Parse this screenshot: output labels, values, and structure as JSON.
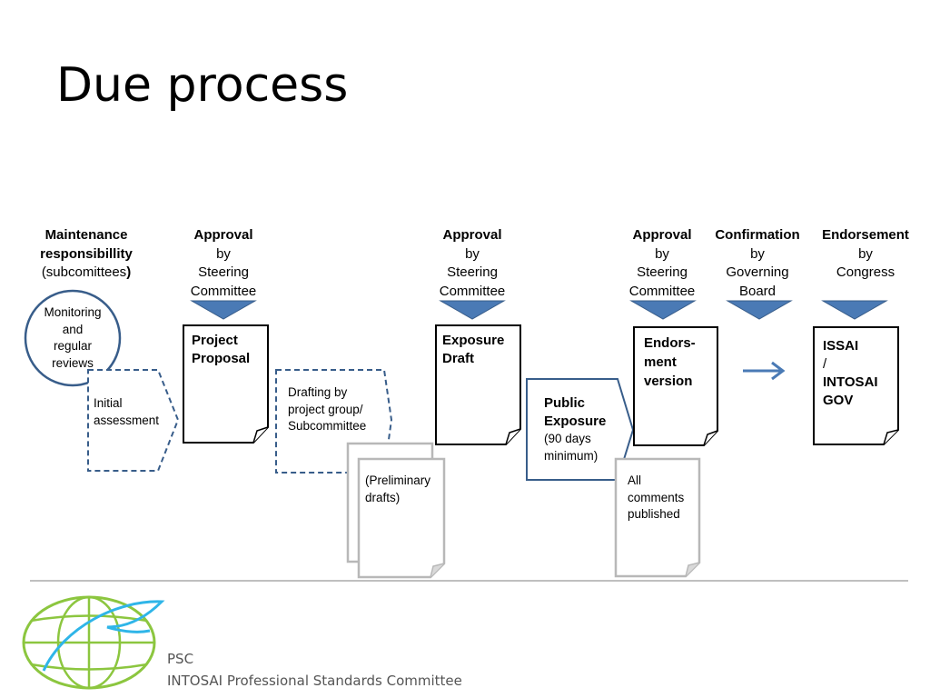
{
  "title": "Due process",
  "headers": {
    "maintenance": {
      "line1": "Maintenance",
      "line2": "responsibillity",
      "line3_pre": "(subcomittees",
      "line3_post": ")"
    },
    "approval1": {
      "bold": "Approval",
      "line2": "by",
      "line3": "Steering",
      "line4": "Committee"
    },
    "approval2": {
      "bold": "Approval",
      "line2": "by",
      "line3": "Steering",
      "line4": "Committee"
    },
    "approval3": {
      "bold": "Approval",
      "line2": "by",
      "line3": "Steering",
      "line4": "Committee"
    },
    "confirmation": {
      "bold": "Confirmation",
      "line2": "by",
      "line3": "Governing",
      "line4": "Board"
    },
    "endorsement": {
      "bold": "Endorsement",
      "line2": "by",
      "line3": "Congress"
    }
  },
  "shapes": {
    "monitoring": {
      "line1": "Monitoring",
      "line2": "and",
      "line3": "regular",
      "line4": "reviews"
    },
    "initial": {
      "line1": "Initial",
      "line2": "assessment"
    },
    "project_proposal": {
      "line1": "Project",
      "line2": "Proposal"
    },
    "drafting": {
      "line1": "Drafting by",
      "line2": "project group/",
      "line3": "Subcommittee"
    },
    "preliminary": {
      "line1": "(Preliminary",
      "line2": "drafts)"
    },
    "exposure_draft": {
      "line1": "Exposure",
      "line2": "Draft"
    },
    "public_exposure": {
      "line1": "Public",
      "line2": "Exposure",
      "line3": "(90 days",
      "line4": "minimum)"
    },
    "endorsement_version": {
      "line1": "Endors-",
      "line2": "ment",
      "line3": "version"
    },
    "comments": {
      "line1": "All",
      "line2": "comments",
      "line3": "published"
    },
    "issai": {
      "line1": "ISSAI",
      "line2": "/",
      "line3": "INTOSAI",
      "line4": "GOV"
    }
  },
  "footer": {
    "line1": "PSC",
    "line2": "INTOSAI Professional Standards Committee"
  },
  "colors": {
    "accent": "#4a7ab5",
    "circle_border": "#385d8a",
    "dashed": "#385d8a",
    "gray": "#b8b8b8",
    "logo_green": "#8cc63f",
    "logo_blue": "#2fb5e8"
  }
}
